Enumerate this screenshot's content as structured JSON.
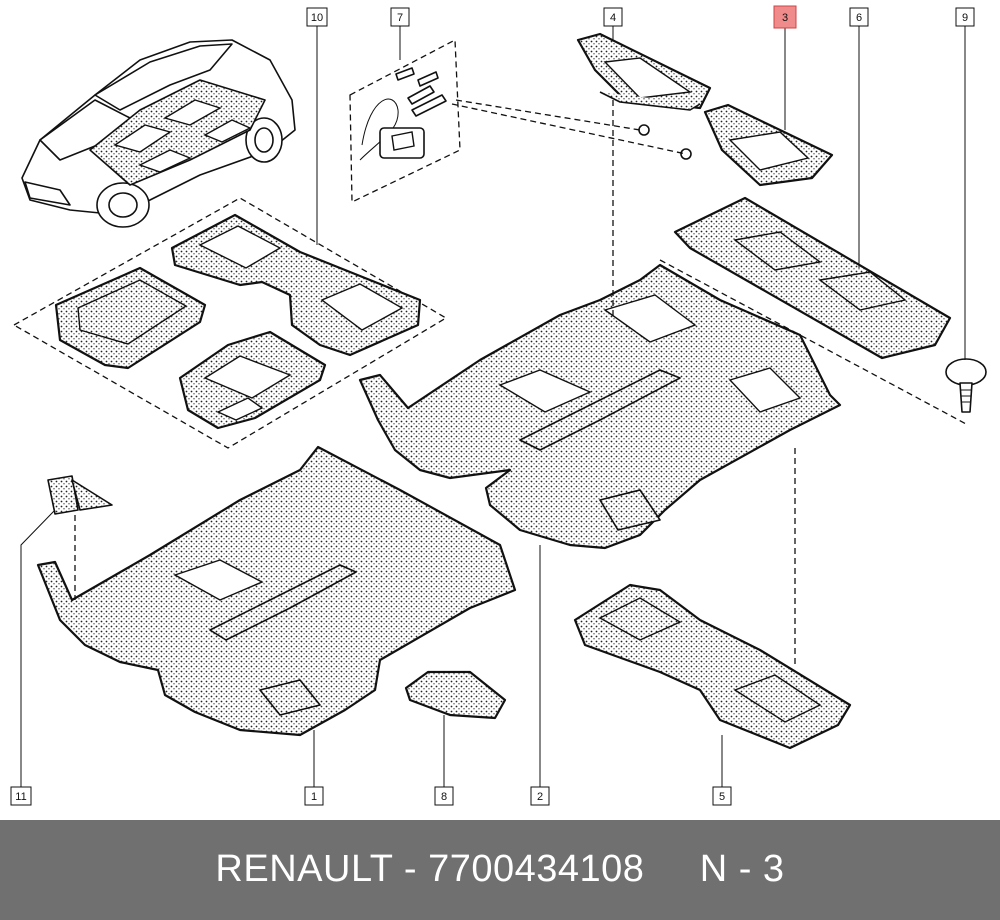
{
  "diagram": {
    "callouts": [
      {
        "id": "c1",
        "label": "1"
      },
      {
        "id": "c2",
        "label": "2"
      },
      {
        "id": "c3",
        "label": "3",
        "highlighted": true
      },
      {
        "id": "c4",
        "label": "4"
      },
      {
        "id": "c5",
        "label": "5"
      },
      {
        "id": "c6",
        "label": "6"
      },
      {
        "id": "c7",
        "label": "7"
      },
      {
        "id": "c8",
        "label": "8"
      },
      {
        "id": "c9",
        "label": "9"
      },
      {
        "id": "c10",
        "label": "10"
      },
      {
        "id": "c11",
        "label": "11"
      }
    ],
    "highlight_color": "#f08b8b",
    "line_color": "#111111"
  },
  "footer": {
    "brand": "RENAULT",
    "separator": " - ",
    "part_number": "7700434108",
    "ref": "N - 3",
    "background": "#707070",
    "text_color": "#ffffff"
  }
}
